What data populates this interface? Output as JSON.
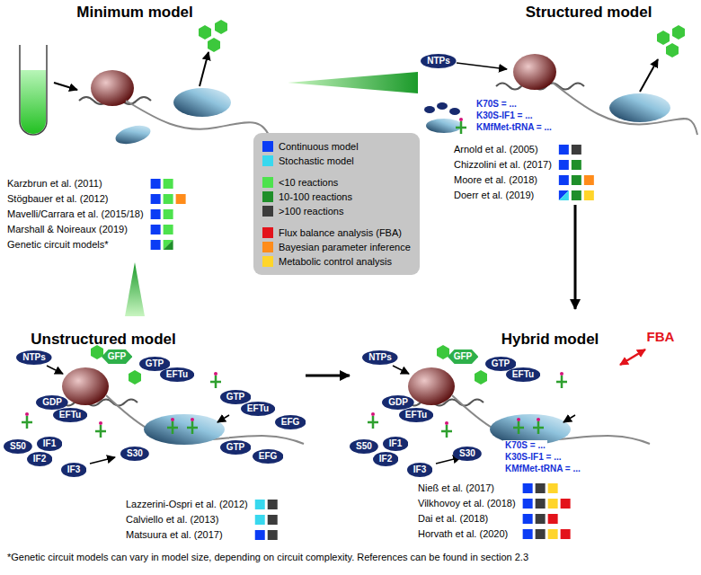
{
  "diagram": {
    "caption": "*Genetic circuit models can vary in model size, depending on circuit complexity. References can be found in section 2.3",
    "nodes": [
      {
        "text": [
          "Minimum model",
          "Karzbrun et al. (2011)",
          "Stögbauer et al. (2012)",
          "Mavelli/Carrara et al. (2015/18)",
          "Marshall & Noireaux (2019)",
          "Genetic circuit models*"
        ]
      },
      {
        "text": [
          "Structured model",
          "Arnold et al. (2005)",
          "Chizzolini et al. (2017)",
          "Moore et al. (2018)",
          "Doerr et al. (2019)"
        ]
      },
      {
        "text": [
          "NTPs"
        ],
        "in": 1
      },
      {
        "text": [
          "Unstructured model",
          "Lazzerini-Ospri et al. (2012)",
          "Calviello et al. (2013)",
          "Matsuura et al. (2017)"
        ]
      },
      {
        "text": [
          "NTPs"
        ],
        "in": 3
      },
      {
        "text": [
          "GFP"
        ],
        "in": 3
      },
      {
        "text": [
          "GTP"
        ],
        "in": 3
      },
      {
        "text": [
          "EFTu"
        ],
        "in": 3
      },
      {
        "text": [
          "GDP"
        ],
        "in": 3
      },
      {
        "text": [
          "EFTu"
        ],
        "in": 3
      },
      {
        "text": [
          "S50"
        ],
        "in": 3
      },
      {
        "text": [
          "IF1"
        ],
        "in": 3
      },
      {
        "text": [
          "IF2"
        ],
        "in": 3
      },
      {
        "text": [
          "IF3"
        ],
        "in": 3
      },
      {
        "text": [
          "S30"
        ],
        "in": 3
      },
      {
        "text": [
          "GTP"
        ],
        "in": 3
      },
      {
        "text": [
          "EFTu"
        ],
        "in": 3
      },
      {
        "text": [
          "EFG"
        ],
        "in": 3
      },
      {
        "text": [
          "GTP"
        ],
        "in": 3
      },
      {
        "text": [
          "EFG"
        ],
        "in": 3
      },
      {
        "text": [
          "Hybrid model",
          "Nieß et al. (2017)",
          "Vilkhovoy et al. (2018)",
          "Dai et al. (2018)",
          "Horvath et al. (2020)"
        ]
      },
      {
        "text": [
          "NTPs"
        ],
        "in": 20
      },
      {
        "text": [
          "GFP"
        ],
        "in": 20
      },
      {
        "text": [
          "GTP"
        ],
        "in": 20
      },
      {
        "text": [
          "EFTu"
        ],
        "in": 20
      },
      {
        "text": [
          "GDP"
        ],
        "in": 20
      },
      {
        "text": [
          "EFTu"
        ],
        "in": 20
      },
      {
        "text": [
          "S50"
        ],
        "in": 20
      },
      {
        "text": [
          "IF1"
        ],
        "in": 20
      },
      {
        "text": [
          "IF2"
        ],
        "in": 20
      },
      {
        "text": [
          "IF3"
        ],
        "in": 20
      },
      {
        "text": [
          "S30"
        ],
        "in": 20
      }
    ],
    "edges": [
      {
        "from": 1,
        "to": 20,
        "arrow": "to"
      },
      {
        "from": 3,
        "to": 20,
        "arrow": "to"
      }
    ],
    "labels": [
      "K70S = ...",
      "K30S-IF1 = ...",
      "KMfMet-tRNA = ...",
      "K70S = ...",
      "K30S-IF1 = ...",
      "KMfMet-tRNA = ...",
      "FBA"
    ],
    "legend": [
      {
        "text": "Continuous model",
        "color": "#0b3cf5"
      },
      {
        "text": "Stochastic model",
        "color": "#38d8ee"
      },
      {
        "text": "<10 reactions",
        "color": "#4de24d"
      },
      {
        "text": "10-100 reactions",
        "color": "#1f8f2a"
      },
      {
        "text": ">100 reactions",
        "color": "#3c3c3c"
      },
      {
        "text": "Flux balance analysis (FBA)",
        "color": "#e3131b"
      },
      {
        "text": "Bayesian parameter inference",
        "color": "#ff8c1a"
      },
      {
        "text": "Metabolic control analysis",
        "color": "#ffd52a"
      }
    ]
  }
}
